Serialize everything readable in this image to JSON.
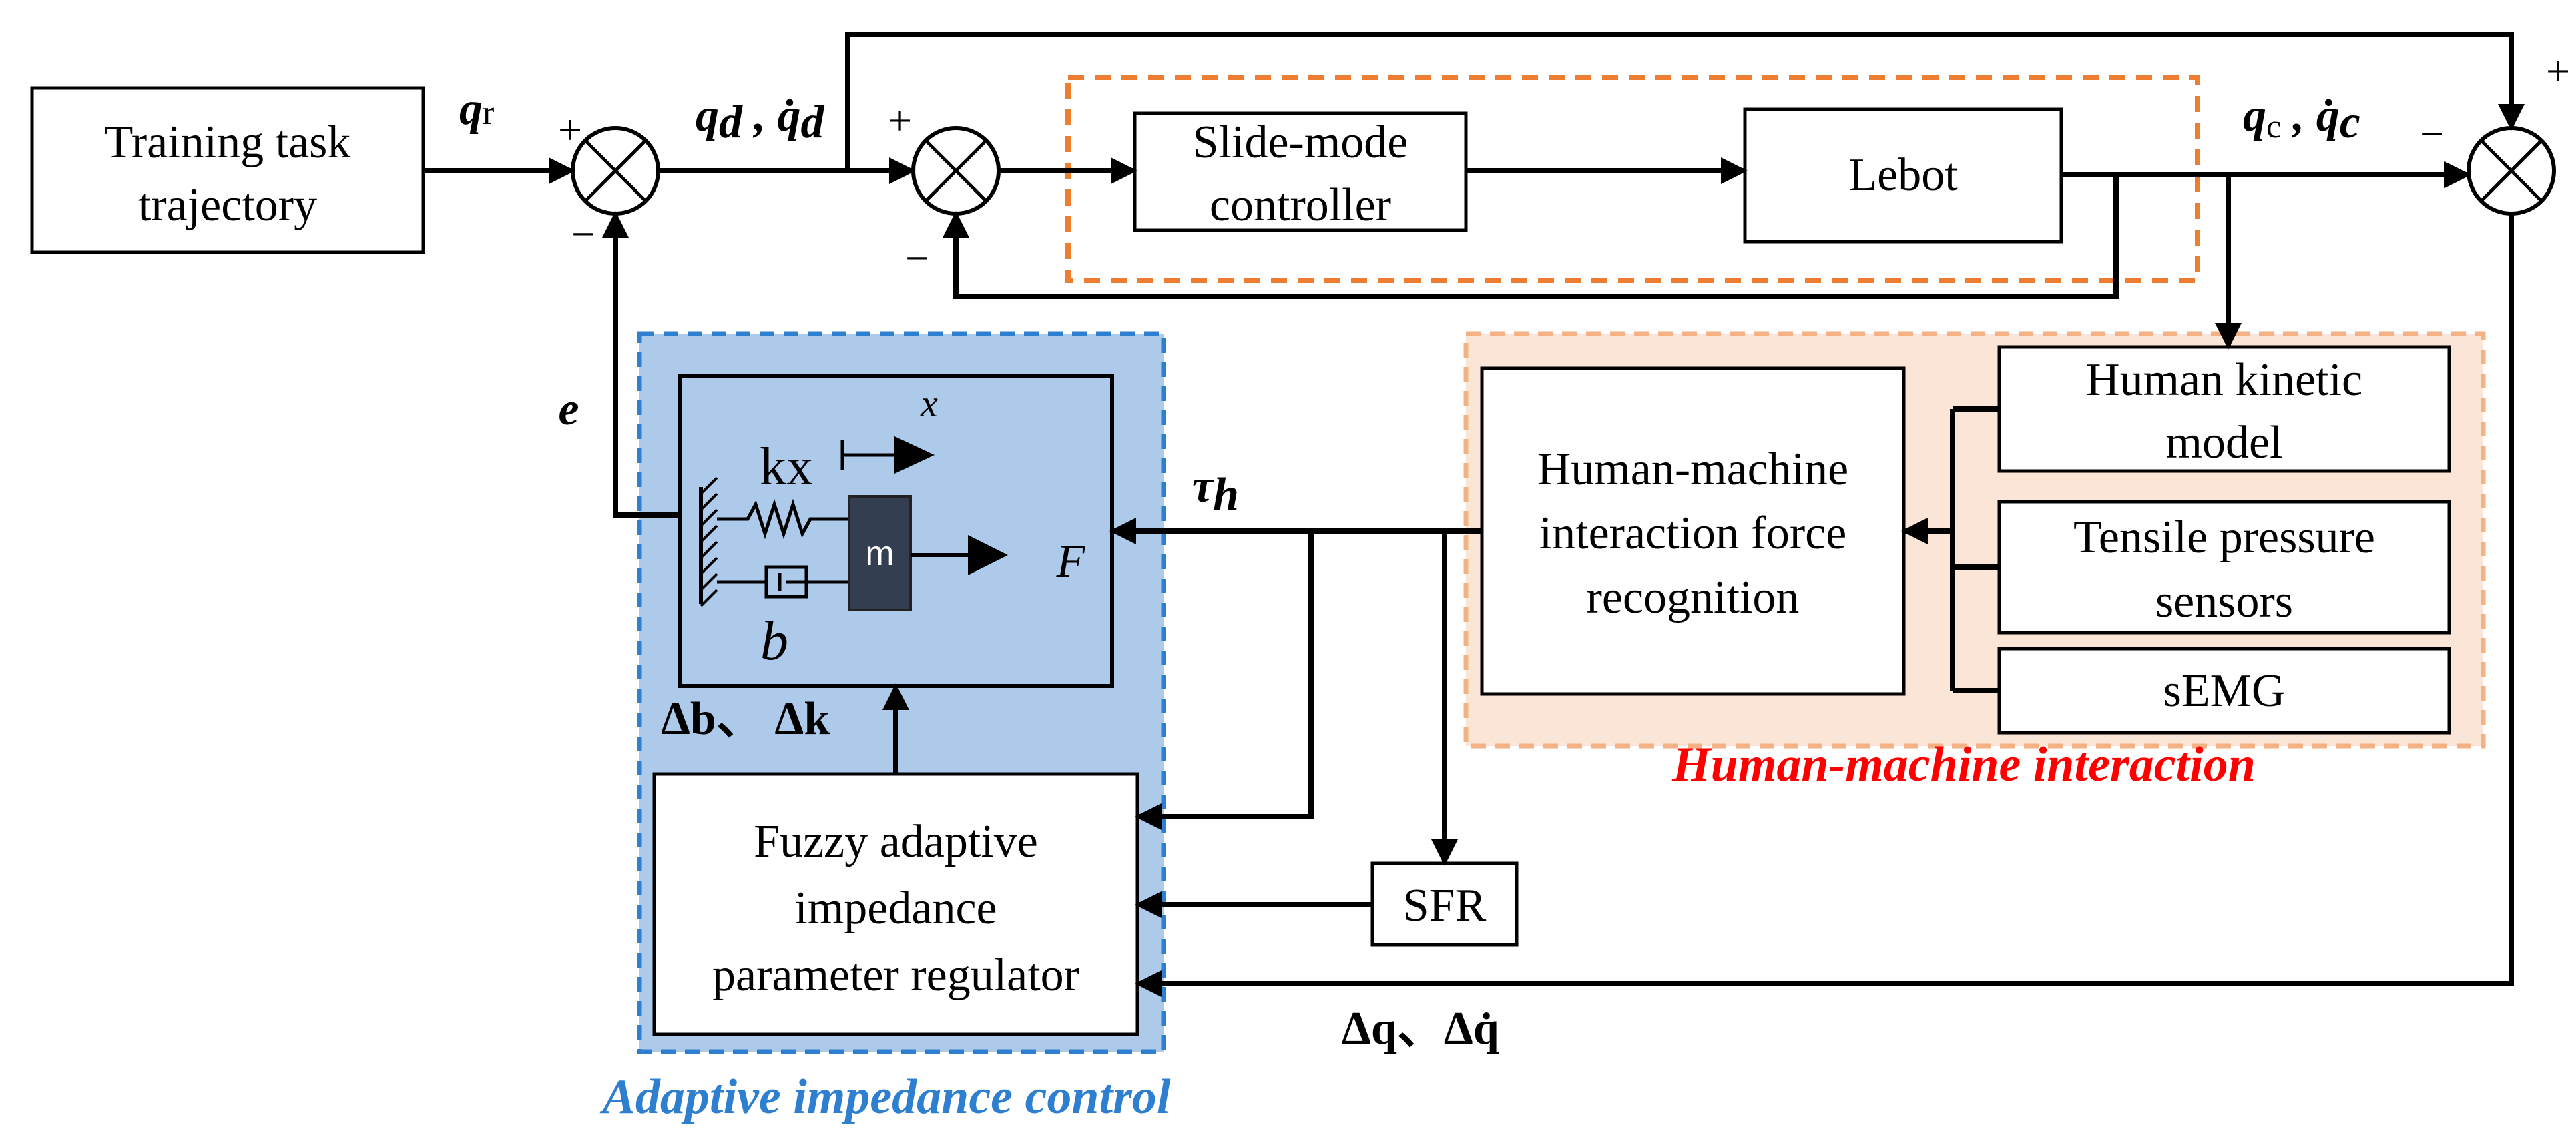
{
  "colors": {
    "adaptive_region_fill": "#aecaeb",
    "adaptive_region_border": "#2f7fd0",
    "interaction_region_fill": "#fbe5d6",
    "interaction_region_border": "#f4b183",
    "controller_region_border": "#ed7d31",
    "adaptive_caption": "#2f7fd0",
    "interaction_caption": "#ff0000",
    "mass_block": "#333f50"
  },
  "blocks": {
    "training": [
      "Training task",
      "trajectory"
    ],
    "slide_mode": [
      "Slide-mode",
      "controller"
    ],
    "lebot": "Lebot",
    "kinetic": [
      "Human kinetic",
      "model"
    ],
    "tensile": [
      "Tensile pressure",
      "sensors"
    ],
    "semg": "sEMG",
    "force_recognition": [
      "Human-machine",
      "interaction force",
      "recognition"
    ],
    "fuzzy": [
      "Fuzzy adaptive",
      "impedance",
      "parameter regulator"
    ],
    "sfr": "SFR"
  },
  "signals": {
    "qr": "q",
    "qr_sub": "r",
    "qd": "q",
    "qd_sub": "d",
    "qd_dot": "q̇",
    "qc": "q",
    "qc_sub": "c",
    "qc_dot": "q̇",
    "e": "e",
    "tau": "τ",
    "tau_sub": "h",
    "delta_bk": "Δb、 Δk",
    "delta_q": "Δq、Δq̇"
  },
  "signs": {
    "plus": "+",
    "minus": "−"
  },
  "impedance": {
    "kx": "kx",
    "x": "x",
    "b": "b",
    "m": "m",
    "F": "F"
  },
  "captions": {
    "adaptive": "Adaptive impedance control",
    "interaction": "Human-machine interaction"
  }
}
